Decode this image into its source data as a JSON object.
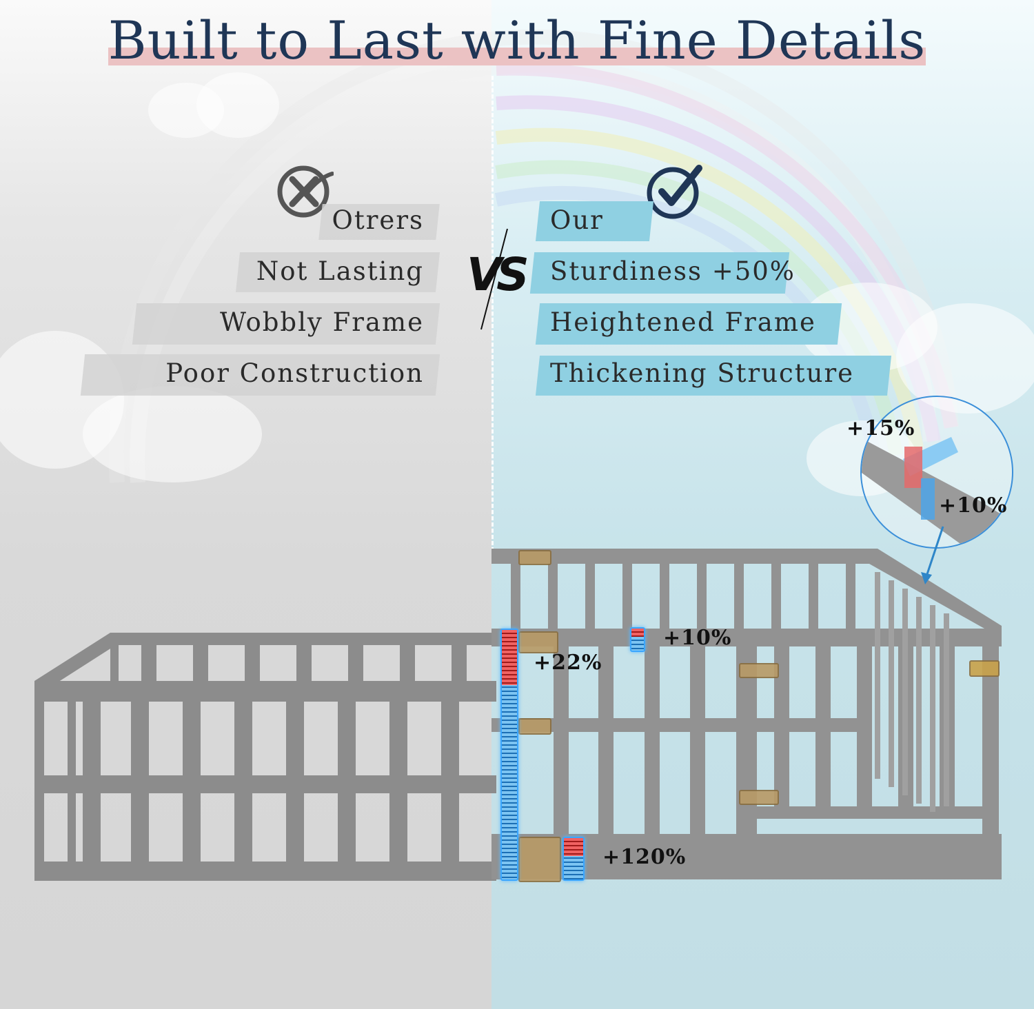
{
  "title": "Built to Last with Fine Details",
  "left": {
    "header": "Otrers",
    "items": [
      "Not Lasting",
      "Wobbly Frame",
      "Poor Construction"
    ],
    "icon": "x-circle-icon"
  },
  "right": {
    "header": "Our",
    "items": [
      "Sturdiness +50%",
      "Heightened Frame",
      "Thickening Structure"
    ],
    "icon": "check-circle-icon"
  },
  "vs": "VS",
  "callouts": {
    "zoom_top": "+15%",
    "zoom_bottom": "+10%",
    "rail_top": "+10%",
    "post_height": "+22%",
    "base_rail": "+120%"
  },
  "colors": {
    "title": "#1f3656",
    "title_highlight": "#ebc2c3",
    "left_bar": "#d2d2d2",
    "right_bar": "#8fd0e2",
    "frame": "#8f8f8f"
  }
}
